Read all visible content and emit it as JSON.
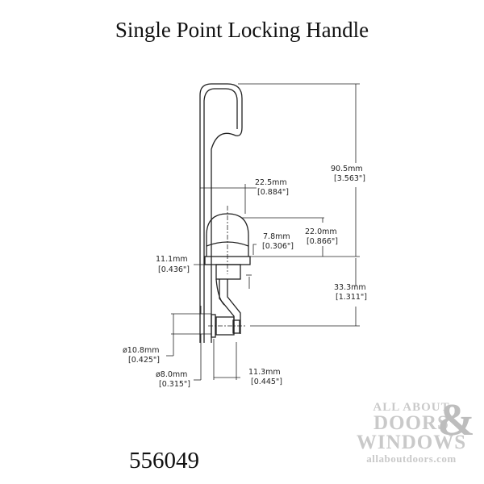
{
  "header": {
    "title": "Single Point Locking Handle"
  },
  "part": {
    "number": "556049"
  },
  "dimensions": {
    "overall_height": {
      "mm": "90.5mm",
      "inch": "[3.563\"]"
    },
    "handle_depth": {
      "mm": "22.5mm",
      "inch": "[0.884\"]"
    },
    "base_height": {
      "mm": "22.0mm",
      "inch": "[0.866\"]"
    },
    "step": {
      "mm": "7.8mm",
      "inch": "[0.306\"]"
    },
    "shaft_width": {
      "mm": "11.1mm",
      "inch": "[0.436\"]"
    },
    "lower_length": {
      "mm": "33.3mm",
      "inch": "[1.311\"]"
    },
    "outer_diameter": {
      "mm": "ø10.8mm",
      "inch": "[0.425\"]"
    },
    "inner_diameter": {
      "mm": "ø8.0mm",
      "inch": "[0.315\"]"
    },
    "tail_width": {
      "mm": "11.3mm",
      "inch": "[0.445\"]"
    }
  },
  "logo": {
    "line1": "ALL ABOUT",
    "line2": "DOORS",
    "ampersand": "&",
    "line3": "WINDOWS",
    "website": "allaboutdoors.com"
  }
}
